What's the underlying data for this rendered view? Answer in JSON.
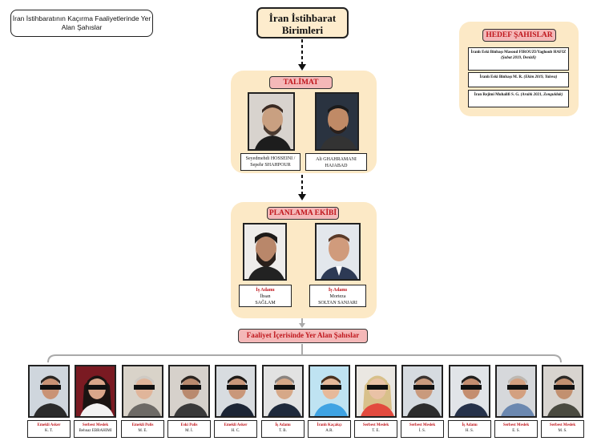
{
  "title_box": "İran İstihbaratının Kaçırma Faaliyetlerinde Yer Alan Şahıslar",
  "main_node": "İran İstihbarat Birimleri",
  "talimat": {
    "label": "TALİMAT",
    "people": [
      {
        "name": "Seyedmehdi HOSSEINI / Sepehr SHAHPOUR"
      },
      {
        "name": "Ali GHAHRAMANI HAJABAD"
      }
    ]
  },
  "planlama": {
    "label": "PLANLAMA EKİBİ",
    "people": [
      {
        "role": "İş Adamı",
        "name1": "İhsan",
        "name2": "SAĞLAM"
      },
      {
        "role": "İş Adamı",
        "name1": "Morteza",
        "name2": "SOLTAN SANJARI"
      }
    ]
  },
  "hedef": {
    "label": "HEDEF ŞAHISLAR",
    "items": [
      {
        "text": "İranlı Eski Binbaşı Masoud FIROUZI/Yaghoub HAFIZ",
        "detail": "(Şubat 2019, Denizli)"
      },
      {
        "text": "İranlı Eski Binbaşı M. R.",
        "detail": "(Ekim 2019, Yalova)"
      },
      {
        "text": "İran Rejimi Muhalifi S. G.",
        "detail": "(Aralık 2021, Zonguldak)"
      }
    ]
  },
  "faaliyet_label": "Faaliyet İçerisinde Yer Alan Şahıslar",
  "members": [
    {
      "role": "Emekli Asker",
      "name": "K. T."
    },
    {
      "role": "Serbest Meslek",
      "name": "Behnaz EBRAHIMI"
    },
    {
      "role": "Emekli Polis",
      "name": "M. E."
    },
    {
      "role": "Eski Polis",
      "name": "M. İ."
    },
    {
      "role": "Emekli Asker",
      "name": "H. C."
    },
    {
      "role": "İş Adamı",
      "name": "T. B."
    },
    {
      "role": "İranlı Kaçakçı",
      "name": "A.R."
    },
    {
      "role": "Serbest Meslek",
      "name": "T. E."
    },
    {
      "role": "Serbest Meslek",
      "name": "İ. S."
    },
    {
      "role": "İş Adamı",
      "name": "H. S."
    },
    {
      "role": "Serbest Meslek",
      "name": "E. S."
    },
    {
      "role": "Serbest Meslek",
      "name": "M. S."
    }
  ]
}
